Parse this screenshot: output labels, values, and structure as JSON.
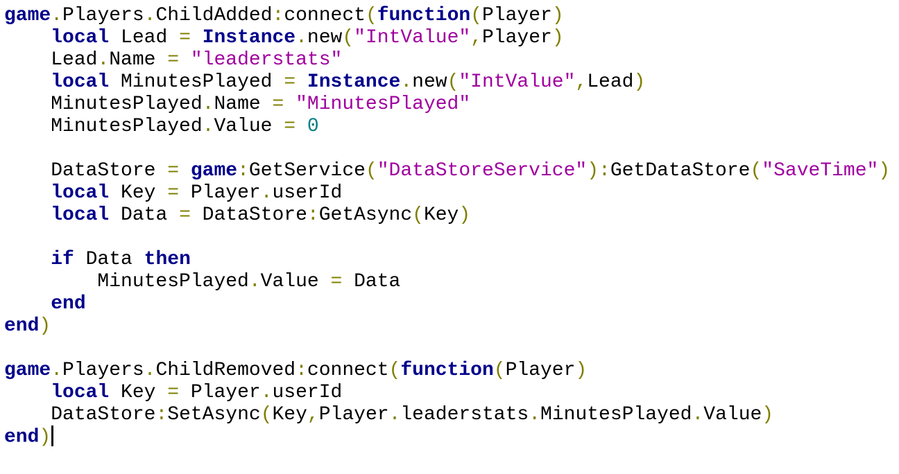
{
  "app": {
    "title": "Lua script editor",
    "language": "lua"
  },
  "colors": {
    "keyword": "#00008B",
    "plain": "#000000",
    "punctuation": "#7F7F00",
    "string": "#A000A0",
    "number": "#008080",
    "background": "#FFFFFF",
    "cursor": "#000000"
  },
  "code": {
    "cursor_visible": true,
    "cursor_line_index": 19,
    "lines": [
      {
        "tokens": [
          [
            "k",
            "game"
          ],
          [
            "p",
            "."
          ],
          [
            "n",
            "Players"
          ],
          [
            "p",
            "."
          ],
          [
            "n",
            "ChildAdded"
          ],
          [
            "p",
            ":"
          ],
          [
            "n",
            "connect"
          ],
          [
            "p",
            "("
          ],
          [
            "k",
            "function"
          ],
          [
            "p",
            "("
          ],
          [
            "n",
            "Player"
          ],
          [
            "p",
            ")"
          ]
        ]
      },
      {
        "tokens": [
          [
            "w",
            "    "
          ],
          [
            "k",
            "local"
          ],
          [
            "n",
            " Lead "
          ],
          [
            "p",
            "="
          ],
          [
            "n",
            " "
          ],
          [
            "k",
            "Instance"
          ],
          [
            "p",
            "."
          ],
          [
            "n",
            "new"
          ],
          [
            "p",
            "("
          ],
          [
            "s",
            "\"IntValue\""
          ],
          [
            "p",
            ","
          ],
          [
            "n",
            "Player"
          ],
          [
            "p",
            ")"
          ]
        ]
      },
      {
        "tokens": [
          [
            "w",
            "    "
          ],
          [
            "n",
            "Lead"
          ],
          [
            "p",
            "."
          ],
          [
            "n",
            "Name "
          ],
          [
            "p",
            "="
          ],
          [
            "n",
            " "
          ],
          [
            "s",
            "\"leaderstats\""
          ]
        ]
      },
      {
        "tokens": [
          [
            "w",
            "    "
          ],
          [
            "k",
            "local"
          ],
          [
            "n",
            " MinutesPlayed "
          ],
          [
            "p",
            "="
          ],
          [
            "n",
            " "
          ],
          [
            "k",
            "Instance"
          ],
          [
            "p",
            "."
          ],
          [
            "n",
            "new"
          ],
          [
            "p",
            "("
          ],
          [
            "s",
            "\"IntValue\""
          ],
          [
            "p",
            ","
          ],
          [
            "n",
            "Lead"
          ],
          [
            "p",
            ")"
          ]
        ]
      },
      {
        "tokens": [
          [
            "w",
            "    "
          ],
          [
            "n",
            "MinutesPlayed"
          ],
          [
            "p",
            "."
          ],
          [
            "n",
            "Name "
          ],
          [
            "p",
            "="
          ],
          [
            "n",
            " "
          ],
          [
            "s",
            "\"MinutesPlayed\""
          ]
        ]
      },
      {
        "tokens": [
          [
            "w",
            "    "
          ],
          [
            "n",
            "MinutesPlayed"
          ],
          [
            "p",
            "."
          ],
          [
            "n",
            "Value "
          ],
          [
            "p",
            "="
          ],
          [
            "n",
            " "
          ],
          [
            "m",
            "0"
          ]
        ]
      },
      {
        "tokens": []
      },
      {
        "tokens": [
          [
            "w",
            "    "
          ],
          [
            "n",
            "DataStore "
          ],
          [
            "p",
            "="
          ],
          [
            "n",
            " "
          ],
          [
            "k",
            "game"
          ],
          [
            "p",
            ":"
          ],
          [
            "n",
            "GetService"
          ],
          [
            "p",
            "("
          ],
          [
            "s",
            "\"DataStoreService\""
          ],
          [
            "p",
            ")"
          ],
          [
            "p",
            ":"
          ],
          [
            "n",
            "GetDataStore"
          ],
          [
            "p",
            "("
          ],
          [
            "s",
            "\"SaveTime\""
          ],
          [
            "p",
            ")"
          ]
        ]
      },
      {
        "tokens": [
          [
            "w",
            "    "
          ],
          [
            "k",
            "local"
          ],
          [
            "n",
            " Key "
          ],
          [
            "p",
            "="
          ],
          [
            "n",
            " Player"
          ],
          [
            "p",
            "."
          ],
          [
            "n",
            "userId"
          ]
        ]
      },
      {
        "tokens": [
          [
            "w",
            "    "
          ],
          [
            "k",
            "local"
          ],
          [
            "n",
            " Data "
          ],
          [
            "p",
            "="
          ],
          [
            "n",
            " DataStore"
          ],
          [
            "p",
            ":"
          ],
          [
            "n",
            "GetAsync"
          ],
          [
            "p",
            "("
          ],
          [
            "n",
            "Key"
          ],
          [
            "p",
            ")"
          ]
        ]
      },
      {
        "tokens": []
      },
      {
        "tokens": [
          [
            "w",
            "    "
          ],
          [
            "k",
            "if"
          ],
          [
            "n",
            " Data "
          ],
          [
            "k",
            "then"
          ]
        ]
      },
      {
        "tokens": [
          [
            "w",
            "        "
          ],
          [
            "n",
            "MinutesPlayed"
          ],
          [
            "p",
            "."
          ],
          [
            "n",
            "Value "
          ],
          [
            "p",
            "="
          ],
          [
            "n",
            " Data"
          ]
        ]
      },
      {
        "tokens": [
          [
            "w",
            "    "
          ],
          [
            "k",
            "end"
          ]
        ]
      },
      {
        "tokens": [
          [
            "k",
            "end"
          ],
          [
            "p",
            ")"
          ]
        ]
      },
      {
        "tokens": []
      },
      {
        "tokens": [
          [
            "k",
            "game"
          ],
          [
            "p",
            "."
          ],
          [
            "n",
            "Players"
          ],
          [
            "p",
            "."
          ],
          [
            "n",
            "ChildRemoved"
          ],
          [
            "p",
            ":"
          ],
          [
            "n",
            "connect"
          ],
          [
            "p",
            "("
          ],
          [
            "k",
            "function"
          ],
          [
            "p",
            "("
          ],
          [
            "n",
            "Player"
          ],
          [
            "p",
            ")"
          ]
        ]
      },
      {
        "tokens": [
          [
            "w",
            "    "
          ],
          [
            "k",
            "local"
          ],
          [
            "n",
            " Key "
          ],
          [
            "p",
            "="
          ],
          [
            "n",
            " Player"
          ],
          [
            "p",
            "."
          ],
          [
            "n",
            "userId"
          ]
        ]
      },
      {
        "tokens": [
          [
            "w",
            "    "
          ],
          [
            "n",
            "DataStore"
          ],
          [
            "p",
            ":"
          ],
          [
            "n",
            "SetAsync"
          ],
          [
            "p",
            "("
          ],
          [
            "n",
            "Key"
          ],
          [
            "p",
            ","
          ],
          [
            "n",
            "Player"
          ],
          [
            "p",
            "."
          ],
          [
            "n",
            "leaderstats"
          ],
          [
            "p",
            "."
          ],
          [
            "n",
            "MinutesPlayed"
          ],
          [
            "p",
            "."
          ],
          [
            "n",
            "Value"
          ],
          [
            "p",
            ")"
          ]
        ]
      },
      {
        "tokens": [
          [
            "k",
            "end"
          ],
          [
            "p",
            ")"
          ]
        ]
      }
    ]
  }
}
